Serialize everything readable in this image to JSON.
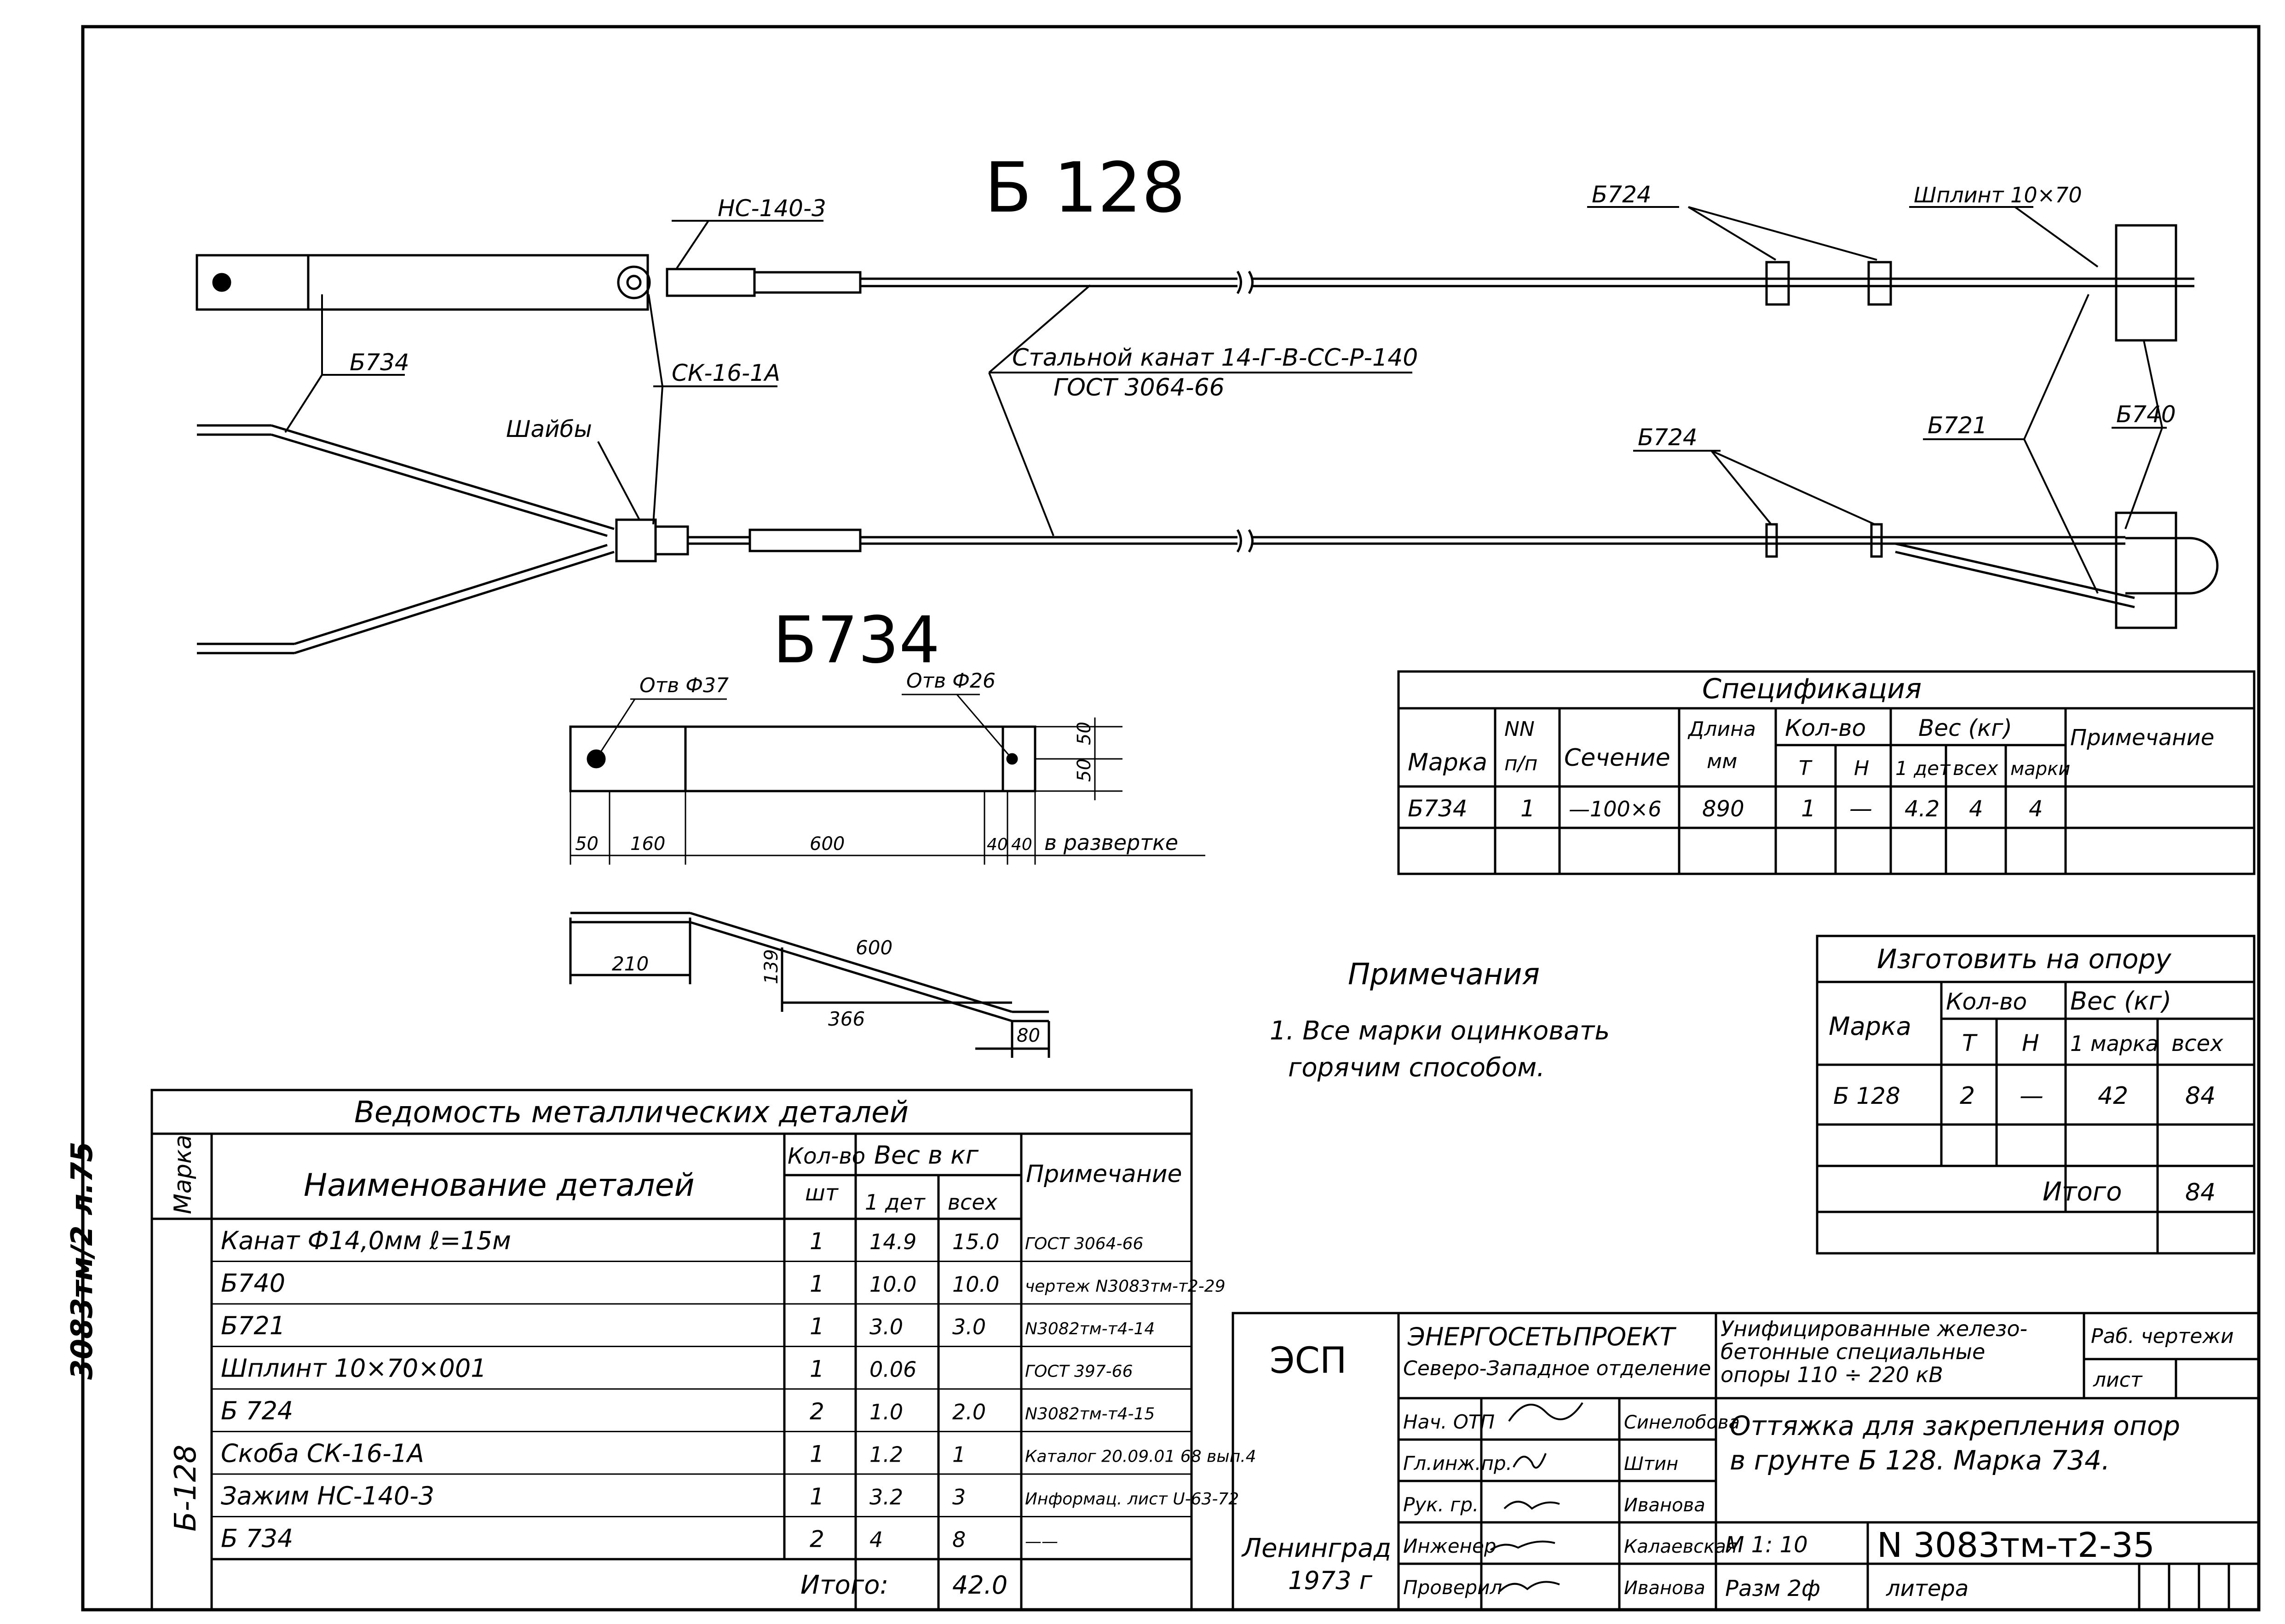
{
  "side_note": "3083тм/2 л.75",
  "top_view": {
    "title": "Б 128",
    "labels": {
      "hs": "НС-140-3",
      "b724": "Б724",
      "split_pin": "Шплинт 10×70",
      "b734": "Б734",
      "sk": "СК-16-1А",
      "washers": "Шайбы",
      "rope1": "Стальной канат 14-Г-В-СС-Р-140",
      "rope2": "ГОСТ 3064-66",
      "b724b": "Б724",
      "b721": "Б721",
      "b740": "Б740"
    }
  },
  "detail": {
    "title": "Б734",
    "hole1": "Отв Ф37",
    "hole2": "Отв Ф26",
    "dim_top": "50",
    "dim_bottom": "50",
    "d50": "50",
    "d160": "160",
    "d600": "600",
    "d40a": "40",
    "d40b": "40",
    "unfolded": "в развертке",
    "b210": "210",
    "b139": "139",
    "b600": "600",
    "b366": "366",
    "b80": "80"
  },
  "notes": {
    "title": "Примечания",
    "line1": "1. Все марки оцинковать",
    "line2": "горячим способом."
  },
  "spec": {
    "title": "Спецификация",
    "h_mark": "Марка",
    "h_nn": "NN",
    "h_pp": "п/п",
    "h_section": "Сечение",
    "h_length": "Длина",
    "h_mm": "мм",
    "h_qty": "Кол-во",
    "h_t": "Т",
    "h_n": "Н",
    "h_weight": "Вес (кг)",
    "h_1det": "1 дет",
    "h_all": "всех",
    "h_marks": "марки",
    "h_note": "Примечание",
    "row": {
      "mark": "Б734",
      "nn": "1",
      "section": "—100×6",
      "length": "890",
      "t": "1",
      "n": "—",
      "w1": "4.2",
      "wall": "4",
      "wmark": "4"
    }
  },
  "make": {
    "title": "Изготовить на опору",
    "h_mark": "Марка",
    "h_qty": "Кол-во",
    "h_weight": "Вес (кг)",
    "h_t": "Т",
    "h_n": "Н",
    "h_1": "1 марка",
    "h_all": "всех",
    "row": {
      "mark": "Б 128",
      "t": "2",
      "n": "—",
      "w1": "42",
      "wall": "84"
    },
    "total_label": "Итого",
    "total": "84"
  },
  "ved": {
    "title": "Ведомость металлических деталей",
    "h_mark": "Марка",
    "h_name": "Наименование деталей",
    "h_qty": "Кол-во",
    "h_sht": "шт",
    "h_weight": "Вес в кг",
    "h_1det": "1 дет",
    "h_all": "всех",
    "h_note": "Примечание",
    "group": "Б-128",
    "rows": [
      {
        "name": "Канат Ф14,0мм ℓ=15м",
        "qty": "1",
        "w1": "14.9",
        "wall": "15.0",
        "note": "ГОСТ 3064-66"
      },
      {
        "name": "Б740",
        "qty": "1",
        "w1": "10.0",
        "wall": "10.0",
        "note": "чертеж N3083тм-т2-29"
      },
      {
        "name": "Б721",
        "qty": "1",
        "w1": "3.0",
        "wall": "3.0",
        "note": "N3082тм-т4-14"
      },
      {
        "name": "Шплинт 10×70×001",
        "qty": "1",
        "w1": "0.06",
        "wall": "",
        "note": "ГОСТ 397-66"
      },
      {
        "name": "Б 724",
        "qty": "2",
        "w1": "1.0",
        "wall": "2.0",
        "note": "N3082тм-т4-15"
      },
      {
        "name": "Скоба СК-16-1А",
        "qty": "1",
        "w1": "1.2",
        "wall": "1",
        "note": "Каталог 20.09.01 68 вып.4"
      },
      {
        "name": "Зажим НС-140-3",
        "qty": "1",
        "w1": "3.2",
        "wall": "3",
        "note": "Информац. лист U-63-72"
      },
      {
        "name": "Б 734",
        "qty": "2",
        "w1": "4",
        "wall": "8",
        "note": "——"
      }
    ],
    "total_label": "Итого:",
    "total": "42.0"
  },
  "stamp": {
    "esp": "ЭСП",
    "org1": "ЭНЕРГОСЕТЬПРОЕКТ",
    "org2": "Северо-Западное отделение",
    "proj1": "Унифицированные железо-",
    "proj2": "бетонные специальные",
    "proj3": "опоры 110 ÷ 220 кВ",
    "work": "Раб. чертежи",
    "sheet": "лист",
    "roles": [
      "Нач. ОТП",
      "Гл.инж.пр.",
      "Рук. гр.",
      "Инженер",
      "Проверил"
    ],
    "names": [
      "Синелобова",
      "Штин",
      "Иванова",
      "Калаевская",
      "Иванова"
    ],
    "dtitle1": "Оттяжка для закрепления опор",
    "dtitle2": "в грунте Б 128. Марка 734.",
    "scale": "М 1: 10",
    "number": "N 3083тм-т2-35",
    "size": "Разм 2ф",
    "litera": "литера",
    "city": "Ленинград",
    "year": "1973 г"
  }
}
